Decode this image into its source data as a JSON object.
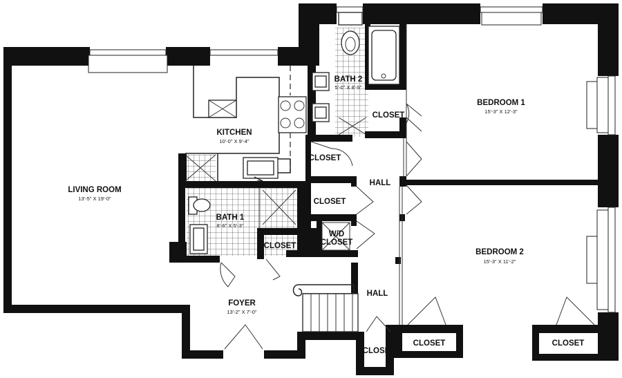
{
  "rooms": {
    "bedroom1": {
      "name": "BEDROOM 1",
      "dims": "15'-3\" X 12'-3\""
    },
    "bedroom2": {
      "name": "BEDROOM 2",
      "dims": "15'-3\" X 11'-2\""
    },
    "living": {
      "name": "LIVING ROOM",
      "dims": "13'-5\" X 19'-0\""
    },
    "kitchen": {
      "name": "KITCHEN",
      "dims": "10'-0\" X 9'-4\""
    },
    "bath1": {
      "name": "BATH 1",
      "dims": "8'-6\" X 5'-3\""
    },
    "bath2": {
      "name": "BATH 2",
      "dims": "5'-0\" X 8'-9\""
    },
    "foyer": {
      "name": "FOYER",
      "dims": "13'-2\" X 7'-0\""
    },
    "hall_upper": {
      "name": "HALL"
    },
    "hall_lower": {
      "name": "HALL"
    },
    "closet_bath2": {
      "name": "CLOSET"
    },
    "closet_kitchen": {
      "name": "CLOSET"
    },
    "closet_mid": {
      "name": "CLOSET"
    },
    "closet_wd": {
      "name": "W/D\nCLOSET"
    },
    "closet_bath1": {
      "name": "CLOSET"
    },
    "closet_bottom": {
      "name": "CLOSET"
    },
    "closet_bed2_left": {
      "name": "CLOSET"
    },
    "closet_bed2_right": {
      "name": "CLOSET"
    }
  }
}
